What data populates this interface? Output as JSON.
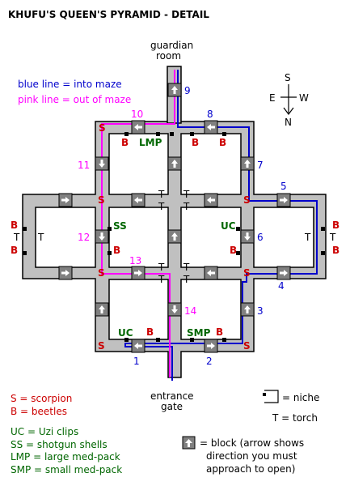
{
  "title": "KHUFU'S QUEEN'S PYRAMID - DETAIL",
  "legend_lines": {
    "blue": "blue line = into maze",
    "pink": "pink line = out of maze"
  },
  "compass": {
    "s": "S",
    "e": "E",
    "w": "W",
    "n": "N"
  },
  "places": {
    "guardian": [
      "guardian",
      "room"
    ],
    "entrance": [
      "entrance",
      "gate"
    ]
  },
  "path_numbers": {
    "blue": [
      "1",
      "2",
      "3",
      "4",
      "5",
      "6",
      "7",
      "8",
      "9"
    ],
    "pink": [
      "10",
      "11",
      "12",
      "13",
      "14"
    ]
  },
  "markers": {
    "scorpion": "S",
    "beetles": "B",
    "torch": "T",
    "lmp": "LMP",
    "ss": "SS",
    "uc": "UC",
    "smp": "SMP"
  },
  "key": {
    "scorpion": "S = scorpion",
    "beetles": "B = beetles",
    "uc": "UC = Uzi clips",
    "ss": "SS = shotgun shells",
    "lmp": "LMP = large med-pack",
    "smp": "SMP = small med-pack",
    "niche": "= niche",
    "torch": "T = torch",
    "block": [
      "= block  (arrow shows",
      "direction you must",
      "approach to open)"
    ]
  },
  "colors": {
    "corridor": "#c0c0c0",
    "wall": "#000000",
    "blue_path": "#0000cc",
    "pink_path": "#ff00ff",
    "enemy_text": "#cc0000",
    "item_text": "#006600",
    "block_fill": "#808080"
  }
}
